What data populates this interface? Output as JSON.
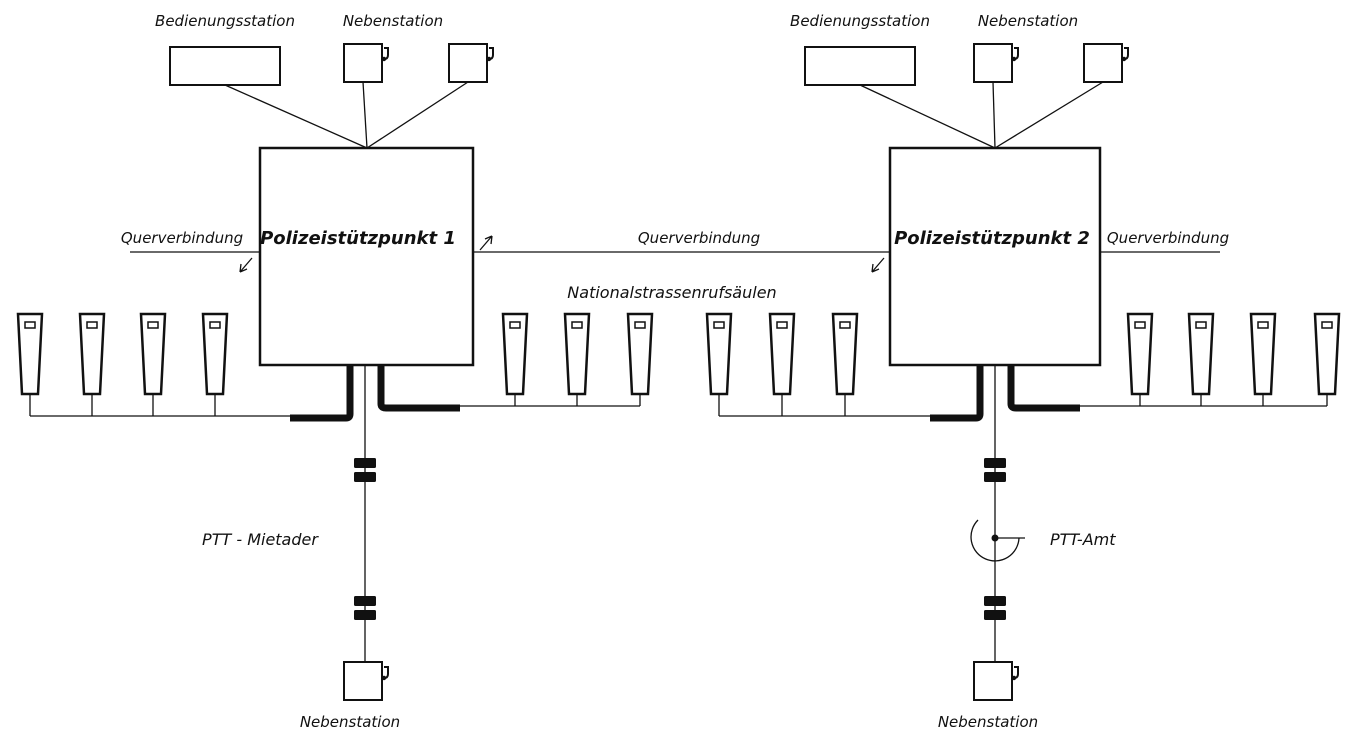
{
  "labels": {
    "operator_station": "Bedienungsstation",
    "extension_station": "Nebenstation",
    "hub1": "Polizeistützpunkt 1",
    "hub2": "Polizeistützpunkt 2",
    "cross_connection": "Querverbindung",
    "callboxes": "Nationalstrassenrufsäulen",
    "leased_line": "PTT - Mietader",
    "exchange": "PTT-Amt"
  }
}
